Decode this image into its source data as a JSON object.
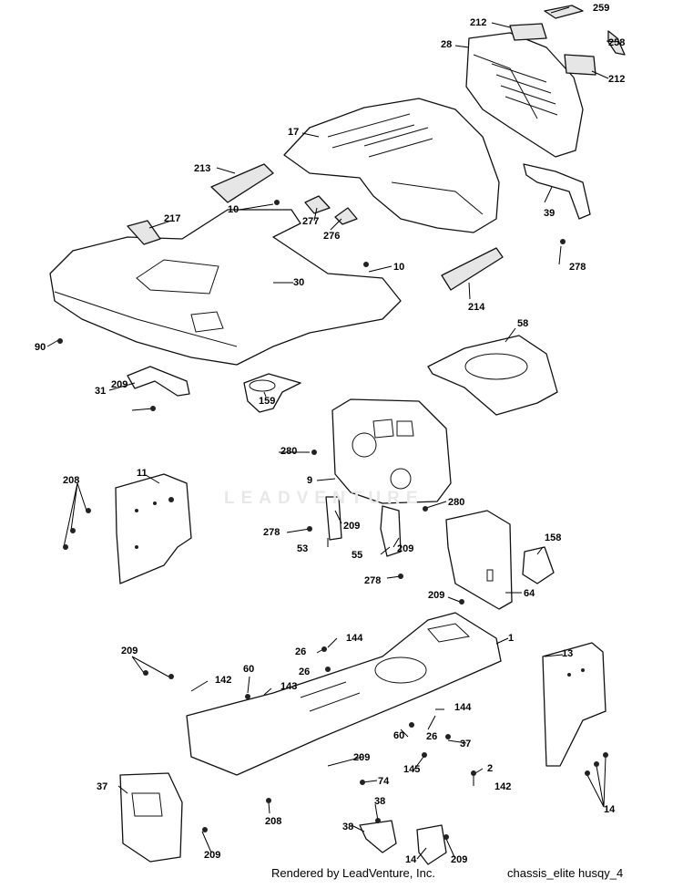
{
  "watermark": "LEADVENTURE",
  "footer": {
    "left": "Rendered by LeadVenture, Inc.",
    "right": "chassis_elite husqy_4"
  },
  "callouts": [
    "259",
    "212",
    "258",
    "28",
    "212",
    "17",
    "213",
    "10",
    "277",
    "276",
    "39",
    "217",
    "10",
    "30",
    "278",
    "214",
    "90",
    "58",
    "31",
    "209",
    "159",
    "280",
    "208",
    "11",
    "9",
    "280",
    "278",
    "209",
    "53",
    "55",
    "209",
    "158",
    "278",
    "209",
    "64",
    "144",
    "26",
    "1",
    "209",
    "60",
    "143",
    "142",
    "13",
    "26",
    "144",
    "60",
    "26",
    "37",
    "145",
    "2",
    "37",
    "142",
    "209",
    "74",
    "208",
    "14",
    "38",
    "38",
    "14",
    "209"
  ]
}
